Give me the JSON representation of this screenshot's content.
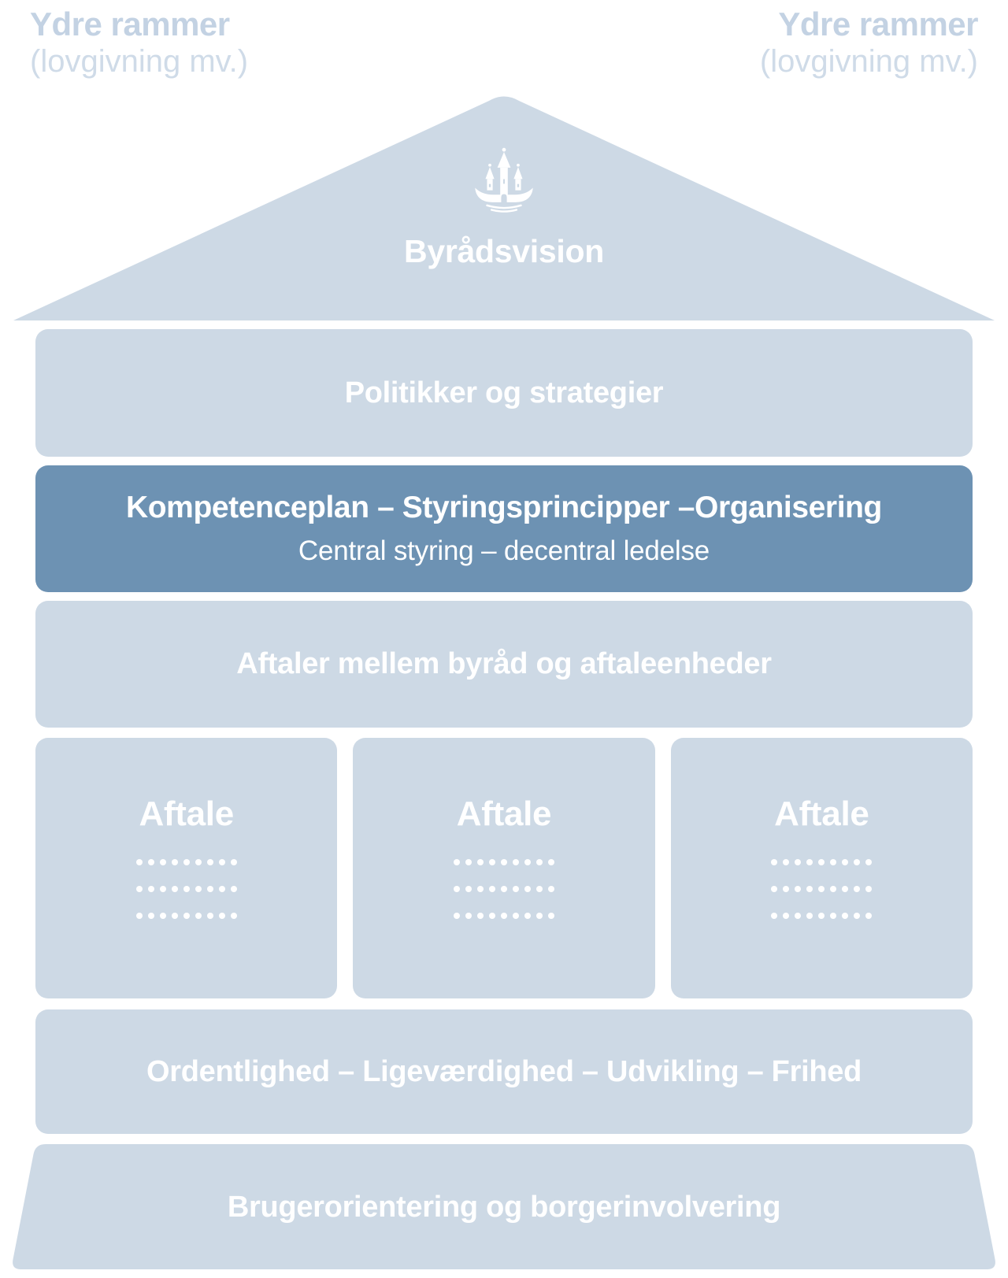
{
  "palette": {
    "light_blue": "#cdd9e5",
    "dark_blue": "#6d92b3",
    "label_bold": "#c3d2e3",
    "label_light": "#cfdbe8",
    "text_white": "#ffffff"
  },
  "outer_labels": {
    "left": {
      "title": "Ydre rammer",
      "subtitle": "(lovgivning mv.)"
    },
    "right": {
      "title": "Ydre rammer",
      "subtitle": "(lovgivning mv.)"
    }
  },
  "roof": {
    "title": "Byrådsvision",
    "logo": "castle-ship-logo"
  },
  "rows": {
    "politics": {
      "label": "Politikker og strategier"
    },
    "competence": {
      "title": "Kompetenceplan – Styringsprincipper –Organisering",
      "subtitle": "Central styring – decentral ledelse"
    },
    "agreements": {
      "label": "Aftaler mellem byråd og aftaleenheder"
    },
    "aftale_boxes": [
      {
        "label": "Aftale"
      },
      {
        "label": "Aftale"
      },
      {
        "label": "Aftale"
      }
    ],
    "values": {
      "label": "Ordentlighed – Ligeværdighed – Udvikling – Frihed"
    },
    "foundation": {
      "label": "Brugerorientering og borgerinvolvering"
    }
  },
  "aftale_dots": {
    "rows": 3,
    "dots_per_row": 9
  }
}
